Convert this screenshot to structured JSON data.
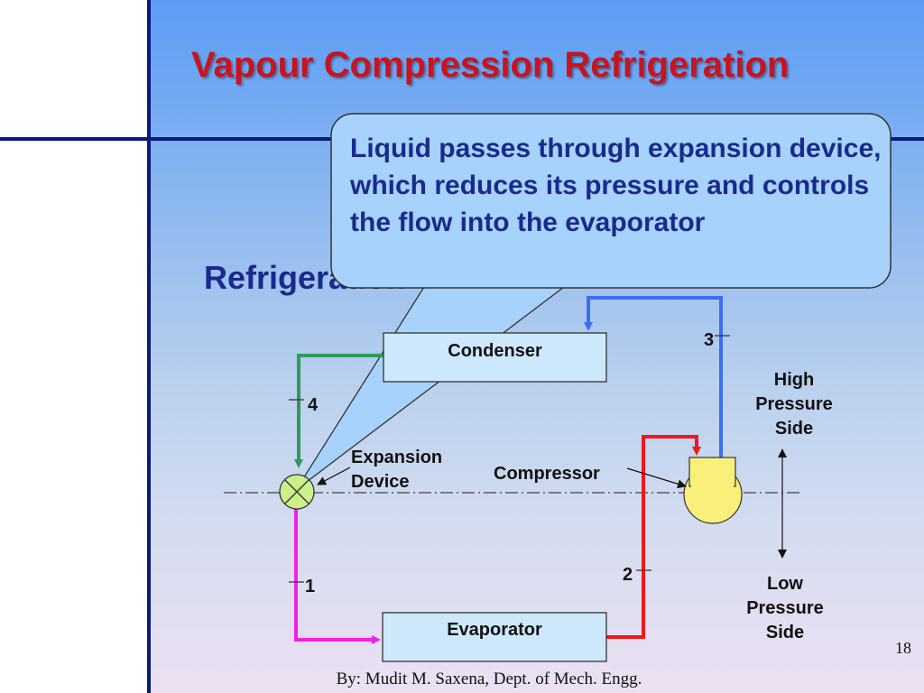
{
  "slide": {
    "title": "Vapour Compression Refrigeration",
    "subheading": "Refrigeration",
    "callout": "Liquid passes through expansion device, which reduces its pressure and controls the flow into the evaporator",
    "footer": "By: Mudit M. Saxena, Dept. of Mech. Engg.",
    "page_number": "18"
  },
  "diagram": {
    "components": {
      "condenser": "Condenser",
      "evaporator": "Evaporator",
      "compressor": "Compressor",
      "expansion_device": "Expansion\nDevice"
    },
    "points": {
      "p1": "1",
      "p2": "2",
      "p3": "3",
      "p4": "4"
    },
    "sides": {
      "high": "High\nPressure\nSide",
      "low": "Low\nPressure\nSide"
    },
    "colors": {
      "high_pressure_vapour": "#3a6ff0",
      "high_pressure_liquid": "#2e9a5a",
      "low_pressure_mix": "#f020e8",
      "low_pressure_vapour": "#f01818",
      "compressor_fill": "#f8f07a",
      "expansion_fill": "#ccf08a",
      "box_fill": "#cde8fb",
      "callout_fill": "#a7d2fb"
    }
  }
}
